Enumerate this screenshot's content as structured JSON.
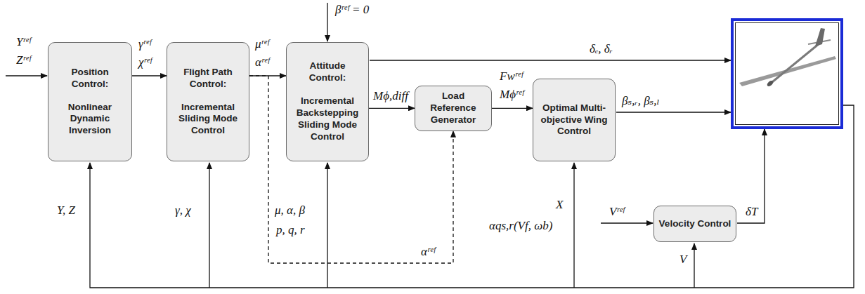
{
  "diagram": {
    "nodes": [
      {
        "text": [
          "Position Control:",
          "Nonlinear Dynamic Inversion"
        ]
      },
      {
        "text": [
          "Flight Path Control:",
          "Incremental Sliding Mode Control"
        ]
      },
      {
        "text": [
          "Attitude Control:",
          "Incremental Backstepping Sliding Mode Control"
        ]
      },
      {
        "text": [
          "Load Reference Generator"
        ]
      },
      {
        "text": [
          "Optimal Multi-objective Wing Control"
        ]
      },
      {
        "text": [
          "Velocity Control"
        ]
      }
    ],
    "edges": [
      {
        "from": 0,
        "to": 1,
        "arrow": "to",
        "label": "γʳᵉᶠ χʳᵉᶠ"
      },
      {
        "from": 1,
        "to": 2,
        "arrow": "to",
        "label": "μʳᵉᶠ αʳᵉᶠ"
      },
      {
        "from": 1,
        "to": 3,
        "arrow": "to",
        "label": "αʳᵉᶠ"
      },
      {
        "from": 2,
        "to": 3,
        "arrow": "to",
        "label": "Mϕ,diff"
      },
      {
        "from": 3,
        "to": 4,
        "arrow": "to",
        "label": "Fwʳᵉᶠ Mϕʳᵉᶠ"
      }
    ],
    "labels": [
      "Yʳᵉᶠ",
      "Zʳᵉᶠ",
      "βʳᵉᶠ = 0",
      "δₑ, δᵣ",
      "βₛ,ᵣ, βₛ,ₗ",
      "Vʳᵉᶠ",
      "δT",
      "Y, Z",
      "γ, χ",
      "μ, α, β",
      "p, q, r",
      "X",
      "αqs,r(Vf, ωb)",
      "V"
    ]
  }
}
